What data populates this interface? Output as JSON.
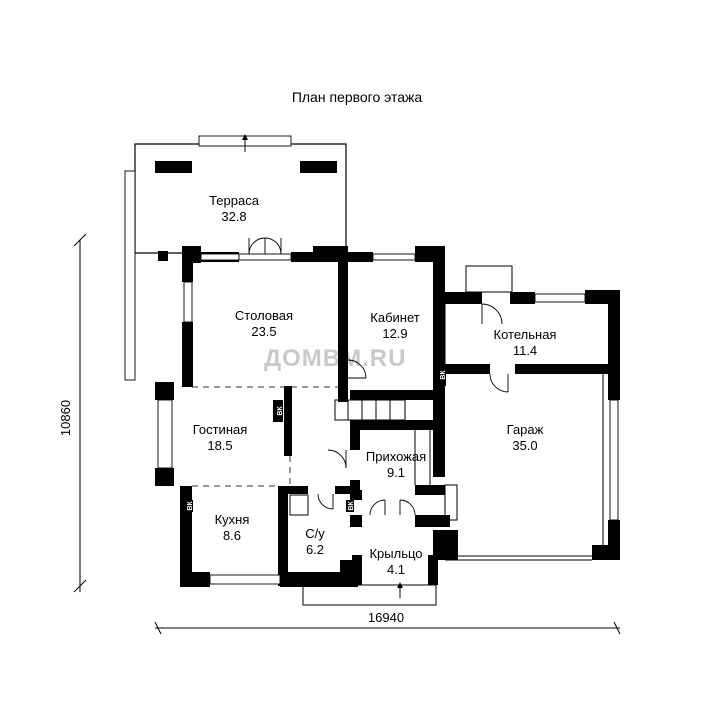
{
  "title": "План первого этажа",
  "watermark": "ДОМ",
  "watermark_suffix": "ВМ.RU",
  "dimensions": {
    "height": "10860",
    "width": "16940"
  },
  "rooms": [
    {
      "name": "Терраса",
      "area": "32.8"
    },
    {
      "name": "Столовая",
      "area": "23.5"
    },
    {
      "name": "Кабинет",
      "area": "12.9"
    },
    {
      "name": "Котельная",
      "area": "11.4"
    },
    {
      "name": "Гостиная",
      "area": "18.5"
    },
    {
      "name": "Гараж",
      "area": "35.0"
    },
    {
      "name": "Прихожая",
      "area": "9.1"
    },
    {
      "name": "Кухня",
      "area": "8.6"
    },
    {
      "name": "С/у",
      "area": "6.2"
    },
    {
      "name": "Крыльцо",
      "area": "4.1"
    }
  ],
  "vent_labels": [
    "ВК",
    "ВК",
    "ВК",
    "ВК"
  ]
}
